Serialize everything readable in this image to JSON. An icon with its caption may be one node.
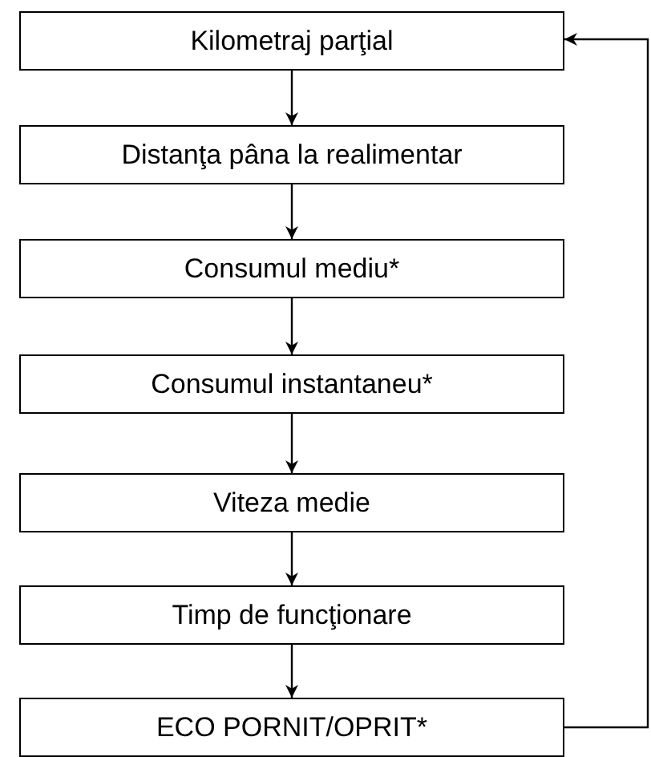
{
  "diagram": {
    "nodes": [
      {
        "text": [
          "Kilometraj parţial"
        ]
      },
      {
        "text": [
          "Distanţa pâna la realimentar"
        ]
      },
      {
        "text": [
          "Consumul mediu*"
        ]
      },
      {
        "text": [
          "Consumul instantaneu*"
        ]
      },
      {
        "text": [
          "Viteza medie"
        ]
      },
      {
        "text": [
          "Timp de funcţionare"
        ]
      },
      {
        "text": [
          "ECO PORNIT/OPRIT*"
        ]
      }
    ],
    "edges": [
      {
        "from": 0,
        "to": 1,
        "arrow": "to"
      },
      {
        "from": 1,
        "to": 2,
        "arrow": "to"
      },
      {
        "from": 2,
        "to": 3,
        "arrow": "to"
      },
      {
        "from": 3,
        "to": 4,
        "arrow": "to"
      },
      {
        "from": 4,
        "to": 5,
        "arrow": "to"
      },
      {
        "from": 5,
        "to": 6,
        "arrow": "to"
      },
      {
        "from": 6,
        "to": 0,
        "arrow": "to"
      }
    ]
  }
}
